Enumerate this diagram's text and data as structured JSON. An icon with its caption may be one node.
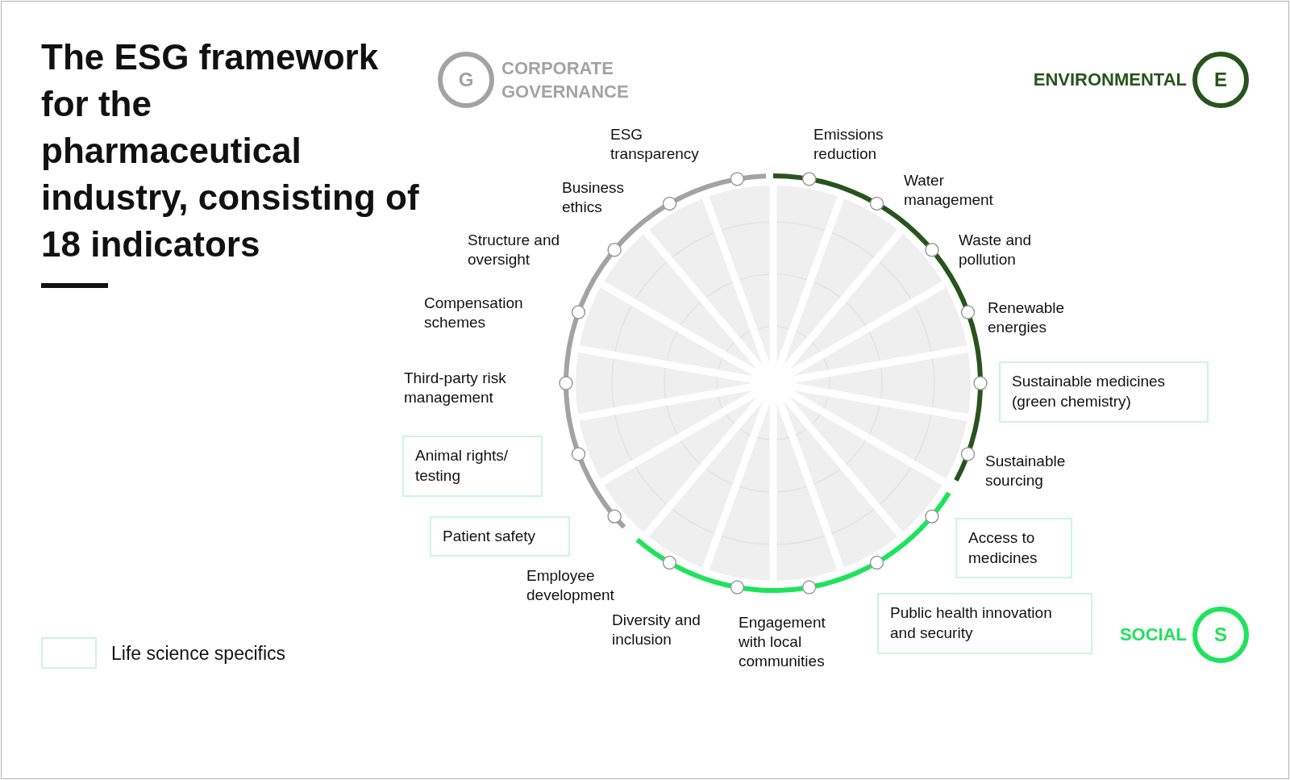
{
  "diagram": {
    "title": "The ESG framework for the pharmaceutical industry, consisting of 18 indicators",
    "nodes": [
      {
        "text": [
          "G"
        ],
        "beside": [
          "CORPORATE GOVERNANCE"
        ]
      },
      {
        "text": [
          "E"
        ],
        "beside": [
          "ENVIRONMENTAL"
        ]
      },
      {
        "text": [
          "S"
        ],
        "beside": [
          "SOCIAL"
        ]
      },
      {
        "text": [
          "Emissions reduction"
        ]
      },
      {
        "text": [
          "Water management"
        ]
      },
      {
        "text": [
          "Waste and pollution"
        ]
      },
      {
        "text": [
          "Renewable energies"
        ]
      },
      {
        "text": [
          "Sustainable medicines (green chemistry)"
        ]
      },
      {
        "text": [
          "Sustainable sourcing"
        ]
      },
      {
        "text": [
          "Access to medicines"
        ]
      },
      {
        "text": [
          "Public health innovation and security"
        ]
      },
      {
        "text": [
          "Engagement with local communities"
        ]
      },
      {
        "text": [
          "Diversity and inclusion"
        ]
      },
      {
        "text": [
          "Employee development"
        ]
      },
      {
        "text": [
          "Patient safety"
        ]
      },
      {
        "text": [
          "Animal rights/ testing"
        ]
      },
      {
        "text": [
          "Third-party risk management"
        ]
      },
      {
        "text": [
          "Compensation schemes"
        ]
      },
      {
        "text": [
          "Structure and oversight"
        ]
      },
      {
        "text": [
          "Business ethics"
        ]
      },
      {
        "text": [
          "ESG transparency"
        ]
      }
    ],
    "legend": [
      {
        "text": "Life science specifics"
      }
    ]
  }
}
